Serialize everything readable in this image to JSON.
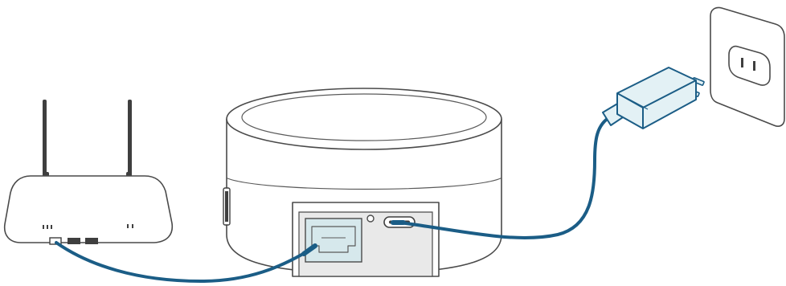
{
  "diagram": {
    "devices": [
      {
        "name": "router",
        "icon": "router-icon"
      },
      {
        "name": "hub",
        "icon": "hub-icon"
      },
      {
        "name": "power-adapter",
        "icon": "power-adapter-icon"
      },
      {
        "name": "wall-outlet",
        "icon": "wall-outlet-icon"
      }
    ],
    "connections": [
      {
        "from": "router",
        "to": "hub",
        "kind": "ethernet-cable"
      },
      {
        "from": "power-adapter",
        "to": "hub",
        "kind": "usb-c-cable"
      }
    ]
  },
  "colors": {
    "cable": "#1b5d86",
    "adapter_fill": "#e3f1f5",
    "adapter_stroke": "#1b5d86",
    "hub_inner_panel": "#e9e9e9",
    "ethernet_port_fill": "#d6e8ec",
    "outline": "#4a4a4a",
    "background": "#ffffff"
  }
}
